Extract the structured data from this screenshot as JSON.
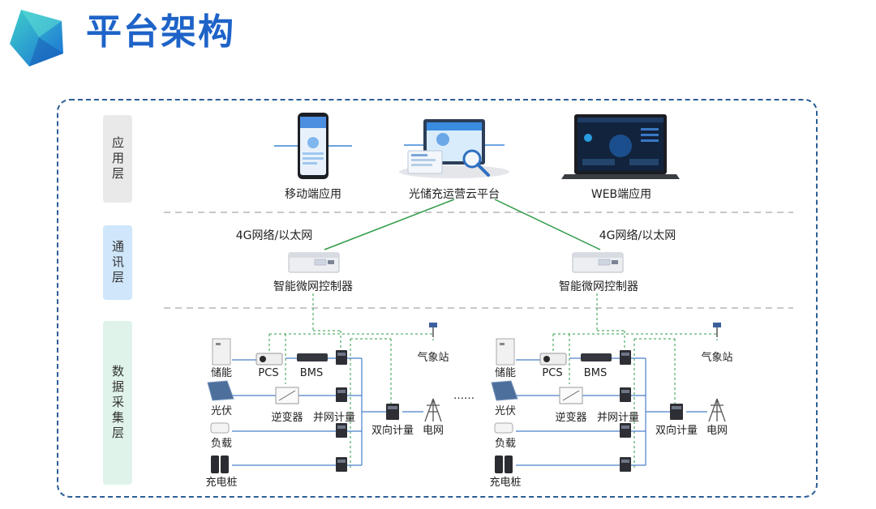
{
  "title": "平台架构",
  "layers": {
    "application": "应用层",
    "communication": "通讯层",
    "data": "数据采集层"
  },
  "apps": {
    "mobile": "移动端应用",
    "cloud": "光储充运营云平台",
    "web": "WEB端应用"
  },
  "comm": {
    "network": "4G网络/以太网",
    "controller": "智能微网控制器"
  },
  "devices": {
    "storage": "储能",
    "pcs": "PCS",
    "bms": "BMS",
    "weather": "气象站",
    "pv": "光伏",
    "inverter": "逆变器",
    "grid_meter": "并网计量",
    "bidirectional_meter": "双向计量",
    "grid": "电网",
    "load": "负载",
    "charger": "充电桩"
  },
  "ellipsis": "……",
  "colors": {
    "title": "#1e63c8",
    "frame": "#2b5f95",
    "green_link": "#2e9b47",
    "blue_wire": "#4a7fc9"
  }
}
